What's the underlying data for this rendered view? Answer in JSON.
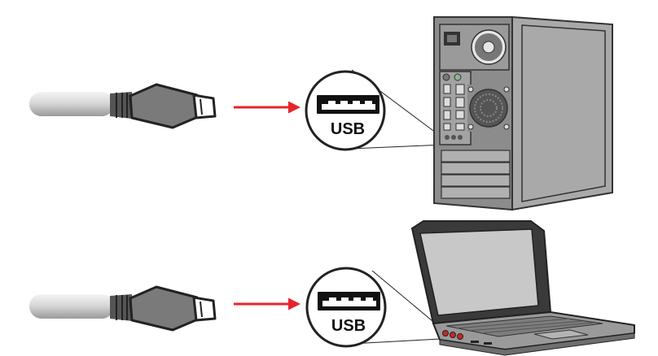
{
  "rows": [
    {
      "device": "desktop-tower",
      "port_label": "USB",
      "icons": [
        "usb-plug-icon",
        "arrow-right-icon",
        "usb-port-icon",
        "desktop-tower-icon"
      ]
    },
    {
      "device": "laptop",
      "port_label": "USB",
      "icons": [
        "usb-plug-icon",
        "arrow-right-icon",
        "usb-port-icon",
        "laptop-icon"
      ]
    }
  ],
  "colors": {
    "arrow": "#e8242b",
    "plug_body": "#7a7a7a",
    "plug_dark": "#2e2e2e",
    "tower_front": "#8c8c8c",
    "tower_side": "#a9a9a9",
    "laptop_screen": "#c8c8c8"
  }
}
